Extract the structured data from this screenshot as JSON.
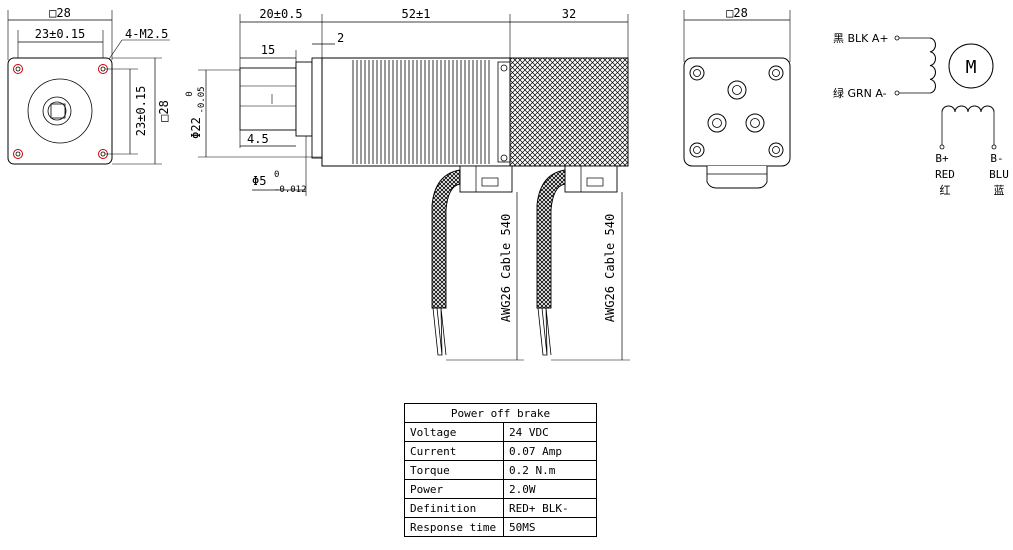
{
  "front_view": {
    "size_label": "□28",
    "side_label": "□28",
    "hole_pitch_h": "23±0.15",
    "hole_pitch_v": "23±0.15",
    "hole_spec": "4-M2.5"
  },
  "side_view": {
    "shaft_length": "20±0.5",
    "body_length": "52±1",
    "brake_length": "32",
    "boss_length": "15",
    "flange_gap": "2",
    "flat_length": "4.5",
    "boss_dia": "Φ22",
    "boss_dia_tol_upper": "0",
    "boss_dia_tol_lower": "-0.05",
    "shaft_dia": "Φ5",
    "shaft_dia_tol_upper": "0",
    "shaft_dia_tol_lower": "-0.012",
    "cable_label_1": "AWG26 Cable 540",
    "cable_label_2": "AWG26 Cable 540"
  },
  "rear_view": {
    "size_label": "□28"
  },
  "wiring": {
    "a_plus": "黑 BLK A+",
    "a_minus": "绿 GRN A-",
    "motor_symbol": "M",
    "b_plus": "B+",
    "b_plus_color": "RED",
    "b_plus_cn": "红",
    "b_minus": "B-",
    "b_minus_color": "BLU",
    "b_minus_cn": "蓝"
  },
  "brake_table": {
    "title": "Power off brake",
    "rows": [
      {
        "label": "Voltage",
        "value": "24 VDC"
      },
      {
        "label": "Current",
        "value": "0.07 Amp"
      },
      {
        "label": "Torque",
        "value": "0.2 N.m"
      },
      {
        "label": "Power",
        "value": "2.0W"
      },
      {
        "label": "Definition",
        "value": "RED+ BLK-"
      },
      {
        "label": "Response time",
        "value": "50MS"
      }
    ]
  }
}
